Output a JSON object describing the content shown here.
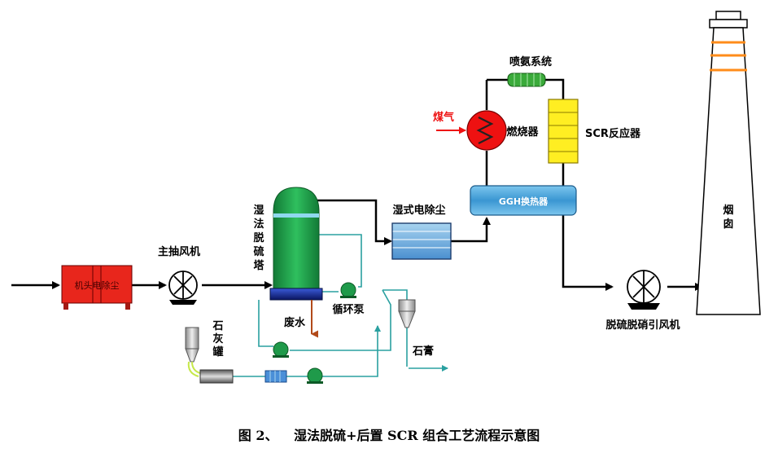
{
  "colors": {
    "flue_line": "#000000",
    "water_line": "#2aa0a0",
    "dust_collector": "#e8261c",
    "tower_green": "#1e9a4a",
    "tower_base": "#1a2f9a",
    "ggh_blue": "#4aa6d8",
    "scr_yellow": "#ffee22",
    "burner_red": "#ee1111",
    "stack_orange": "#ff8c1a",
    "gas_arrow_red": "#ee1111",
    "waste_water_brown": "#b24a1a"
  },
  "labels": {
    "dust_collector": "机头电除尘",
    "main_fan": "主抽风机",
    "wet_fgd_tower": "湿法脱硫塔",
    "wet_esp": "湿式电除尘",
    "ammonia_system": "喷氨系统",
    "gas": "煤气",
    "burner": "燃烧器",
    "scr_reactor": "SCR反应器",
    "ggh": "GGH换热器",
    "chimney": "烟囱",
    "induced_fan": "脱硫脱硝引风机",
    "waste_water": "废水",
    "circulation_pump": "循环泵",
    "lime_tank": "石灰罐",
    "gypsum": "石膏"
  },
  "caption": {
    "number": "图 2、",
    "title": "湿法脱硫+后置 SCR 组合工艺流程示意图"
  }
}
